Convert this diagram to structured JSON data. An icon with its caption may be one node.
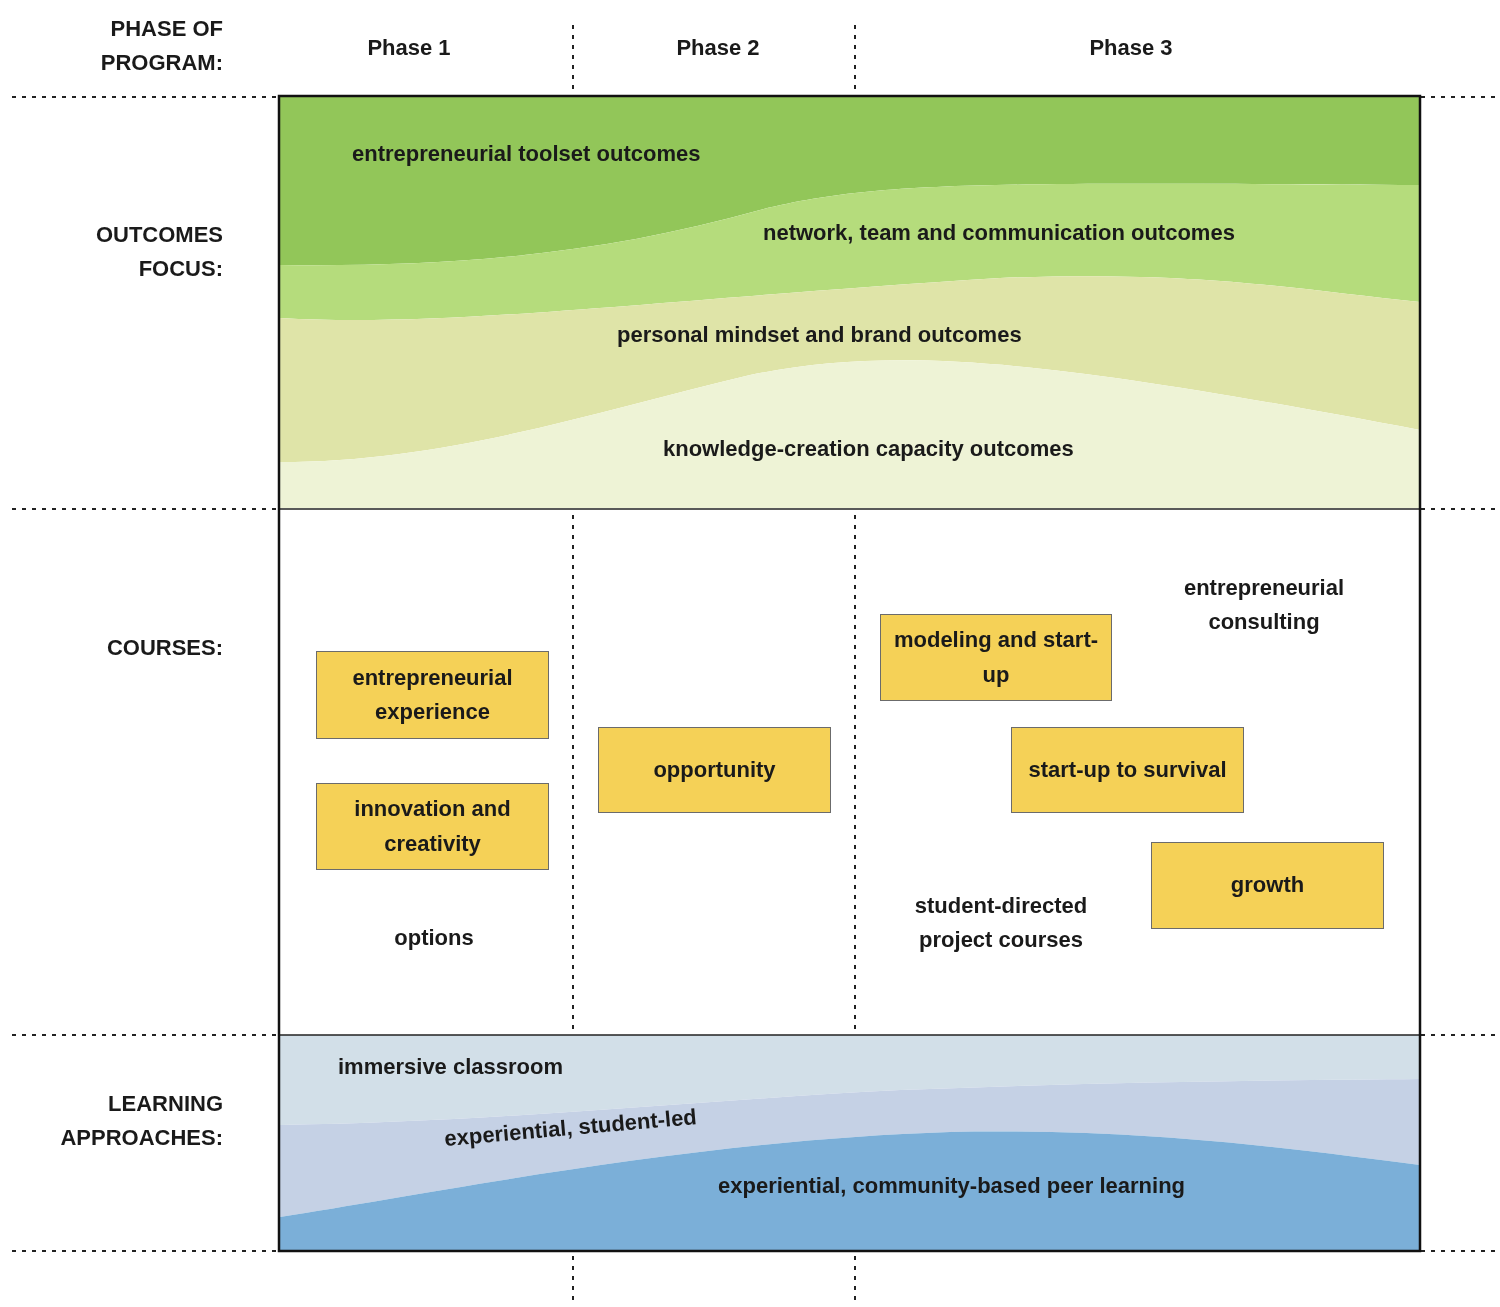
{
  "diagram": {
    "nodes": [
      {
        "text": [
          "entrepreneurial toolset outcomes"
        ]
      },
      {
        "text": [
          "network, team and communication outcomes"
        ]
      },
      {
        "text": [
          "personal mindset and brand outcomes"
        ]
      },
      {
        "text": [
          "knowledge-creation capacity outcomes"
        ]
      },
      {
        "text": [
          "entrepreneurial experience"
        ]
      },
      {
        "text": [
          "innovation and creativity"
        ]
      },
      {
        "text": [
          "opportunity"
        ]
      },
      {
        "text": [
          "modeling and start-up"
        ]
      },
      {
        "text": [
          "start-up to survival"
        ]
      },
      {
        "text": [
          "growth"
        ]
      },
      {
        "text": [
          "immersive classroom"
        ]
      },
      {
        "text": [
          "experiential, student-led"
        ]
      },
      {
        "text": [
          "experiential, community-based peer learning"
        ]
      }
    ],
    "labels": [
      "PHASE OF PROGRAM:",
      "Phase 1",
      "Phase 2",
      "Phase 3",
      "OUTCOMES FOCUS:",
      "COURSES:",
      "entrepreneurial consulting",
      "student-directed project courses",
      "options",
      "LEARNING APPROACHES:"
    ]
  }
}
